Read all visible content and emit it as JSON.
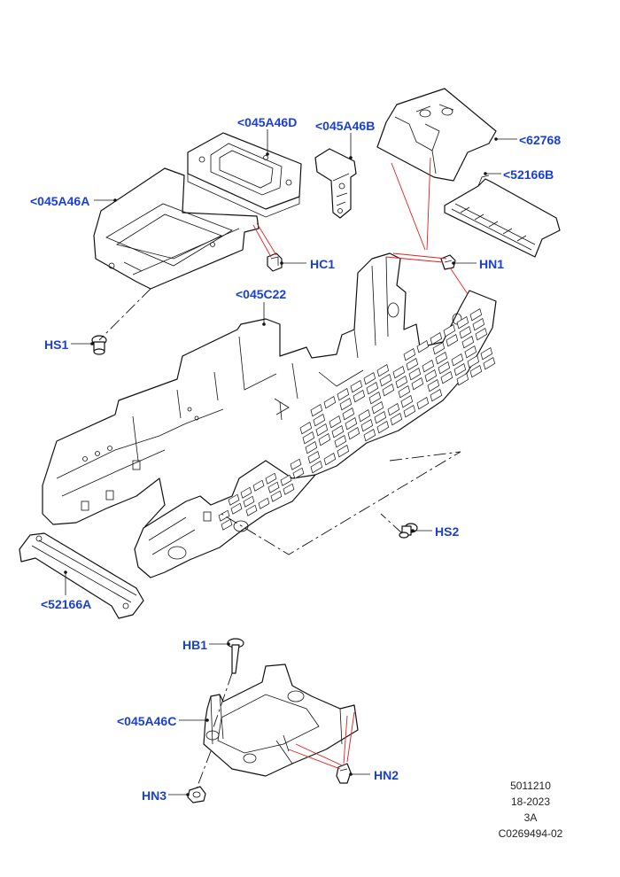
{
  "callouts": {
    "c045A46D": "<045A46D",
    "c045A46B": "<045A46B",
    "c62768": "<62768",
    "c52166B": "<52166B",
    "c045A46A": "<045A46A",
    "hc1": "HC1",
    "hn1": "HN1",
    "c045C22": "<045C22",
    "hs1": "HS1",
    "hs2": "HS2",
    "c52166A": "<52166A",
    "hb1": "HB1",
    "c045A46C": "<045A46C",
    "hn2": "HN2",
    "hn3": "HN3"
  },
  "reference": {
    "line1": "5011210",
    "line2": "18-2023",
    "line3": "3A",
    "line4": "C0269494-02"
  },
  "colors": {
    "callout": "#1a3fd6",
    "leader_red": "#e02020",
    "line": "#111111"
  }
}
